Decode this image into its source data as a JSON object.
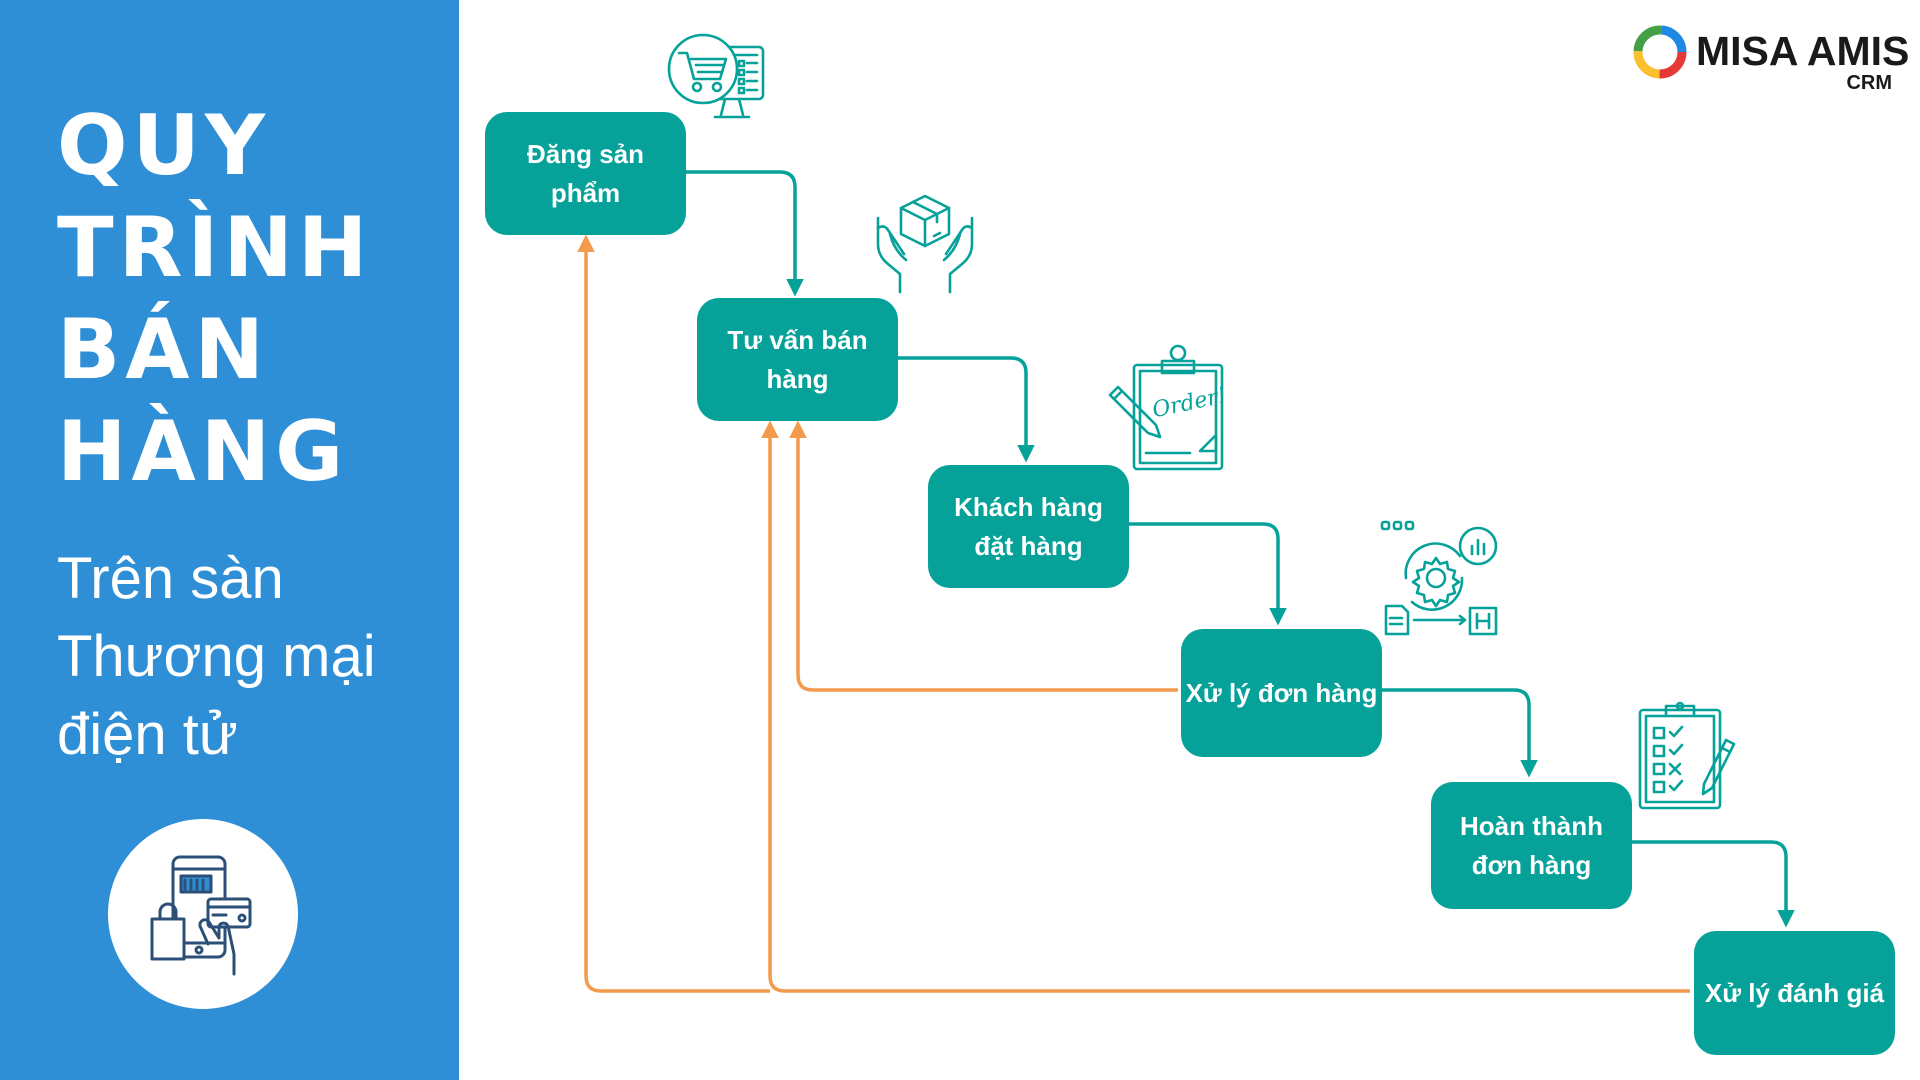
{
  "sidebar": {
    "title_lines": [
      "QUY",
      "TRÌNH",
      "BÁN",
      "HÀNG"
    ],
    "subtitle_lines": [
      "Trên sàn",
      "Thương mại",
      "điện tử"
    ],
    "background_color": "#2f8fd6",
    "icon": "mobile-shopping-icon"
  },
  "logo": {
    "name": "MISA AMIS",
    "sub": "CRM",
    "icon": "misa-ring-logo"
  },
  "process": {
    "step_color": "#06a29a",
    "feedback_color": "#f39a4c",
    "steps": [
      {
        "lines": [
          "Đăng sản",
          "phẩm"
        ],
        "icon": "shopping-cart-monitor-icon"
      },
      {
        "lines": [
          "Tư vấn bán",
          "hàng"
        ],
        "icon": "box-in-hands-icon"
      },
      {
        "lines": [
          "Khách hàng",
          "đặt hàng"
        ],
        "icon": "order-clipboard-icon"
      },
      {
        "lines": [
          "Xử lý đơn hàng"
        ],
        "icon": "gear-process-icon"
      },
      {
        "lines": [
          "Hoàn thành",
          "đơn hàng"
        ],
        "icon": "checklist-icon"
      },
      {
        "lines": [
          "Xử lý đánh giá"
        ],
        "icon": ""
      }
    ]
  }
}
